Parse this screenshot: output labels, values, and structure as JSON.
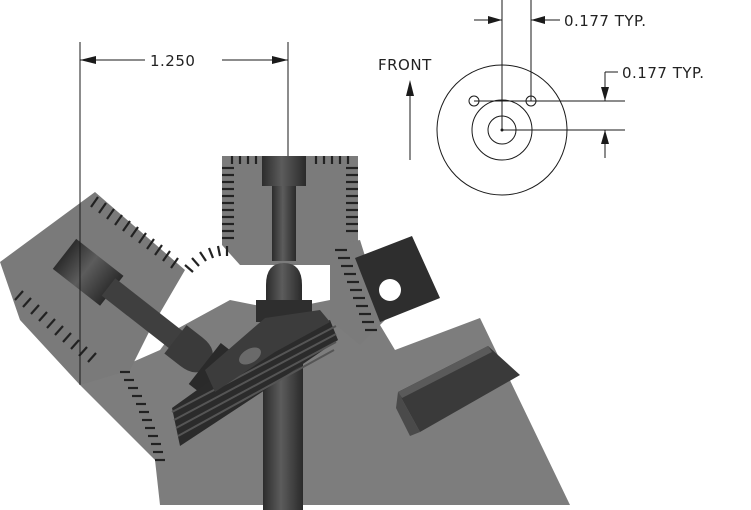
{
  "dimensions": {
    "width_label": "1.250",
    "hole_spacing_x_label": "0.177 TYP.",
    "hole_spacing_y_label": "0.177 TYP.",
    "front_label": "FRONT"
  },
  "colors": {
    "body_fill": "#7f7f7f",
    "dark_part": "#3a3a3a",
    "darker_part": "#2a2a2a",
    "highlight": "#5a5a5a",
    "line": "#1a1a1a",
    "background": "#ffffff"
  }
}
